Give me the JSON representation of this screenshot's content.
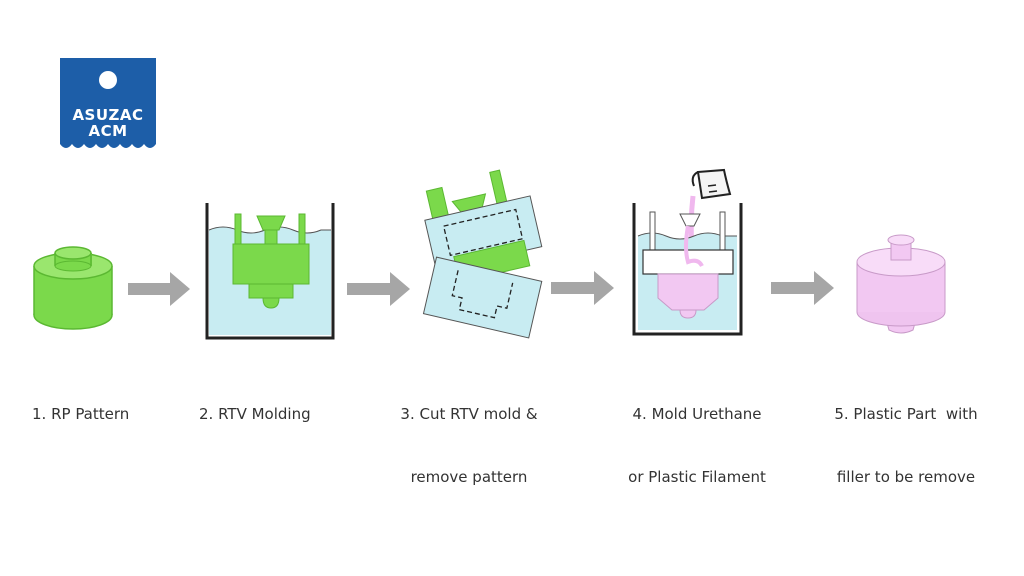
{
  "logo": {
    "line1": "ASUZAC",
    "line2": "ACM",
    "color": "#1d5ea8"
  },
  "colors": {
    "pattern_green": "#7bd94b",
    "pattern_outline": "#5bb832",
    "rtv_blue": "#c8ecf2",
    "urethane_pink": "#f2c8f2",
    "arrow_gray": "#a6a6a6"
  },
  "steps": [
    {
      "line1": "1. RP Pattern",
      "line2": ""
    },
    {
      "line1": "2. RTV Molding",
      "line2": ""
    },
    {
      "line1": "3. Cut RTV mold &",
      "line2": "remove pattern"
    },
    {
      "line1": "4. Mold Urethane",
      "line2": "or Plastic Filament"
    },
    {
      "line1": "5. Plastic Part  with",
      "line2": "filler to be remove"
    }
  ]
}
